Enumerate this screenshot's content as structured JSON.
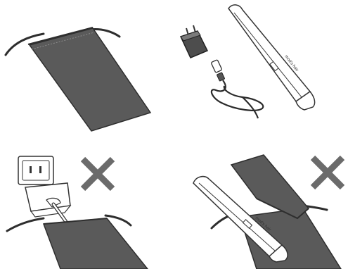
{
  "brand_text": "mod's hair",
  "colors": {
    "pouch": "#5a5a5a",
    "pouch_edge": "#2e2e2e",
    "outline": "#333333",
    "cross": "#6b6b6b",
    "device": "#ffffff"
  },
  "panels": [
    {
      "id": "pouch",
      "symbol": "pouch"
    },
    {
      "id": "accessories",
      "symbol": "straightener-adapter-cable"
    },
    {
      "id": "plug-forbidden",
      "symbol": "cross-icon"
    },
    {
      "id": "wrap-forbidden",
      "symbol": "cross-icon"
    }
  ]
}
